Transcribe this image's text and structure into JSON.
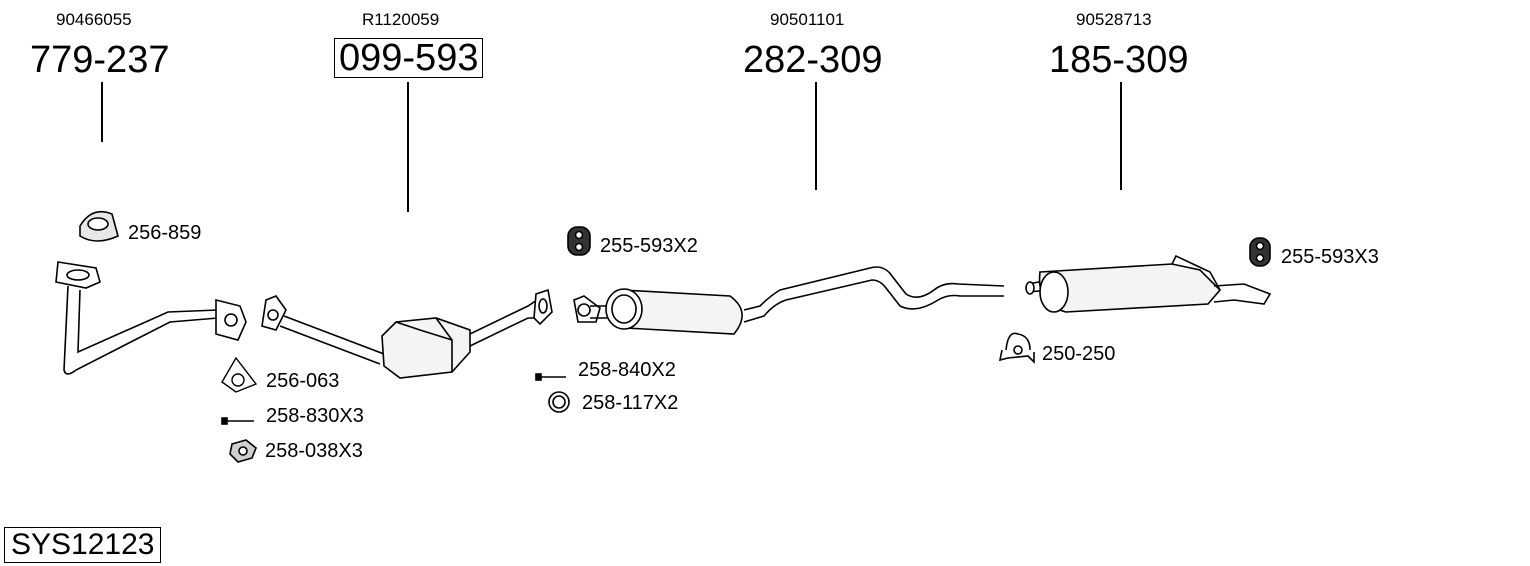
{
  "refs": [
    "90466055",
    "R1120059",
    "90501101",
    "90528713"
  ],
  "parts": [
    "779-237",
    "099-593",
    "282-309",
    "185-309"
  ],
  "accessories": {
    "a1": "256-859",
    "a2": "256-063",
    "a3": "258-830X3",
    "a4": "258-038X3",
    "a5": "255-593X2",
    "a6": "258-840X2",
    "a7": "258-117X2",
    "a8": "255-593X3",
    "a9": "250-250"
  },
  "system_code": "SYS12123"
}
